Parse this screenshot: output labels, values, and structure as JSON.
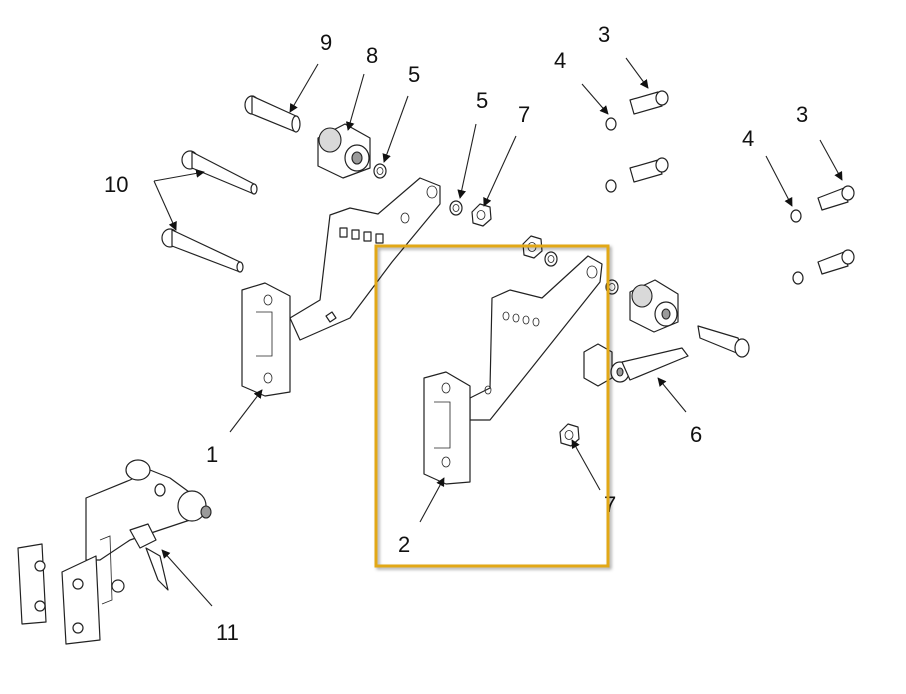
{
  "callouts": [
    "1",
    "2",
    "3",
    "3",
    "4",
    "4",
    "5",
    "5",
    "6",
    "7",
    "7",
    "8",
    "9",
    "10",
    "11"
  ],
  "highlight_color": "#e2a814"
}
